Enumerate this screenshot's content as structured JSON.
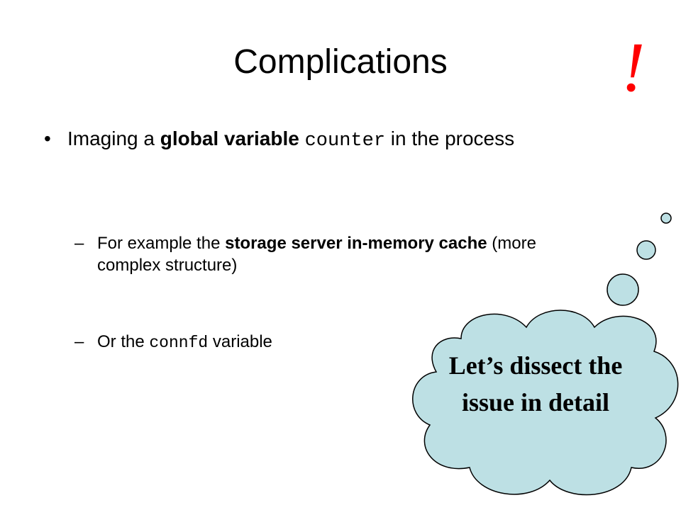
{
  "slide": {
    "title": "Complications",
    "exclamation": "!",
    "bullet_main": {
      "marker": "•",
      "text_1": "Imaging a ",
      "bold_1": "global variable",
      "space_1": " ",
      "code_1": "counter",
      "text_2": " in the process"
    },
    "bullet_sub_1": {
      "marker": "–",
      "text_1": "For example the ",
      "bold_1": "storage server in-memory cache",
      "text_2": " (more complex structure)"
    },
    "bullet_sub_2": {
      "marker": "–",
      "text_1": "Or the ",
      "code_1": "connfd",
      "text_2": " variable"
    },
    "thought_cloud": {
      "text": "Let’s dissect the issue in detail"
    }
  },
  "colors": {
    "background": "#ffffff",
    "text": "#000000",
    "exclamation": "#ff0000",
    "cloud_fill": "#bde0e4",
    "cloud_outline": "#000000"
  }
}
